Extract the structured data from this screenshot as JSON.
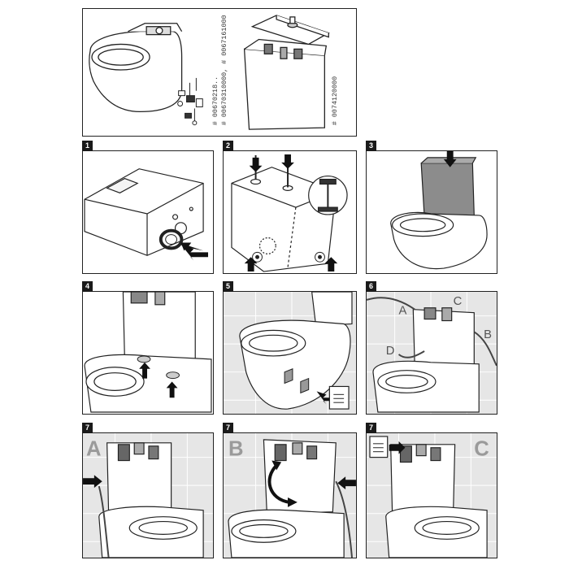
{
  "overview": {
    "part_numbers": [
      "# 00670218..",
      "# 00670310000, # 0067161000",
      "# 0074120000"
    ]
  },
  "steps": {
    "s1": "1",
    "s2": "2",
    "s3": "3",
    "s4": "4",
    "s5": "5",
    "s6": "6",
    "s7a": "7",
    "s7b": "7",
    "s7c": "7"
  },
  "callouts": {
    "a": "A",
    "b": "B",
    "c": "C",
    "d": "D"
  },
  "variants": {
    "a": "A",
    "b": "B",
    "c": "C"
  },
  "colors": {
    "line": "#222222",
    "tile": "#e6e6e6",
    "tank_fill": "#8c8c8c",
    "badge": "#1a1a1a"
  },
  "icons": [
    "arrow-icon",
    "manual-icon",
    "bolt-icon",
    "washer-icon",
    "rotate-arrow-icon"
  ]
}
